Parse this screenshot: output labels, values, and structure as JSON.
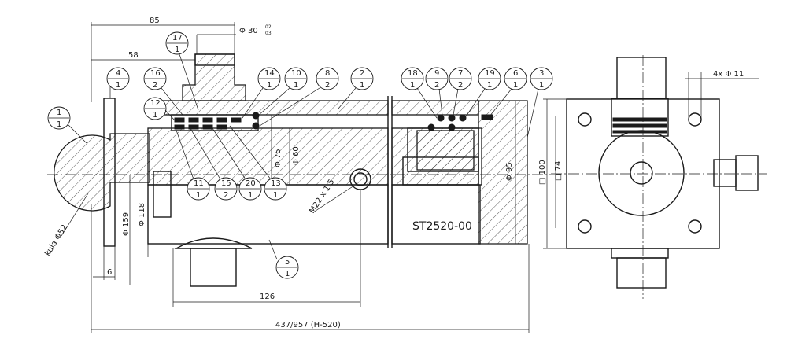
{
  "drawing": {
    "part_number": "ST2520-00",
    "dimensions": {
      "top_85": "85",
      "top_58": "58",
      "phi30": "Φ 30",
      "phi30_tol_upper": "02",
      "phi30_tol_lower": "03",
      "phi75": "Φ 75",
      "phi60": "Φ 60",
      "phi95": "Φ 95",
      "thread": "M22 x 1.5",
      "ball": "kula Φ52",
      "phi159": "Φ 159",
      "phi118": "Φ 118",
      "w6": "6",
      "w126": "126",
      "length": "437/957   (H-520)",
      "sq100": "□ 100",
      "sq74": "□ 74",
      "holes": "4x  Φ 11"
    },
    "balloons": [
      {
        "num": "1",
        "qty": "1"
      },
      {
        "num": "17",
        "qty": "1"
      },
      {
        "num": "4",
        "qty": "1"
      },
      {
        "num": "16",
        "qty": "2"
      },
      {
        "num": "12",
        "qty": "1"
      },
      {
        "num": "14",
        "qty": "1"
      },
      {
        "num": "10",
        "qty": "1"
      },
      {
        "num": "8",
        "qty": "2"
      },
      {
        "num": "2",
        "qty": "1"
      },
      {
        "num": "18",
        "qty": "1"
      },
      {
        "num": "9",
        "qty": "2"
      },
      {
        "num": "7",
        "qty": "2"
      },
      {
        "num": "19",
        "qty": "1"
      },
      {
        "num": "6",
        "qty": "1"
      },
      {
        "num": "3",
        "qty": "1"
      },
      {
        "num": "11",
        "qty": "1"
      },
      {
        "num": "15",
        "qty": "2"
      },
      {
        "num": "20",
        "qty": "1"
      },
      {
        "num": "13",
        "qty": "1"
      },
      {
        "num": "5",
        "qty": "1"
      }
    ]
  }
}
